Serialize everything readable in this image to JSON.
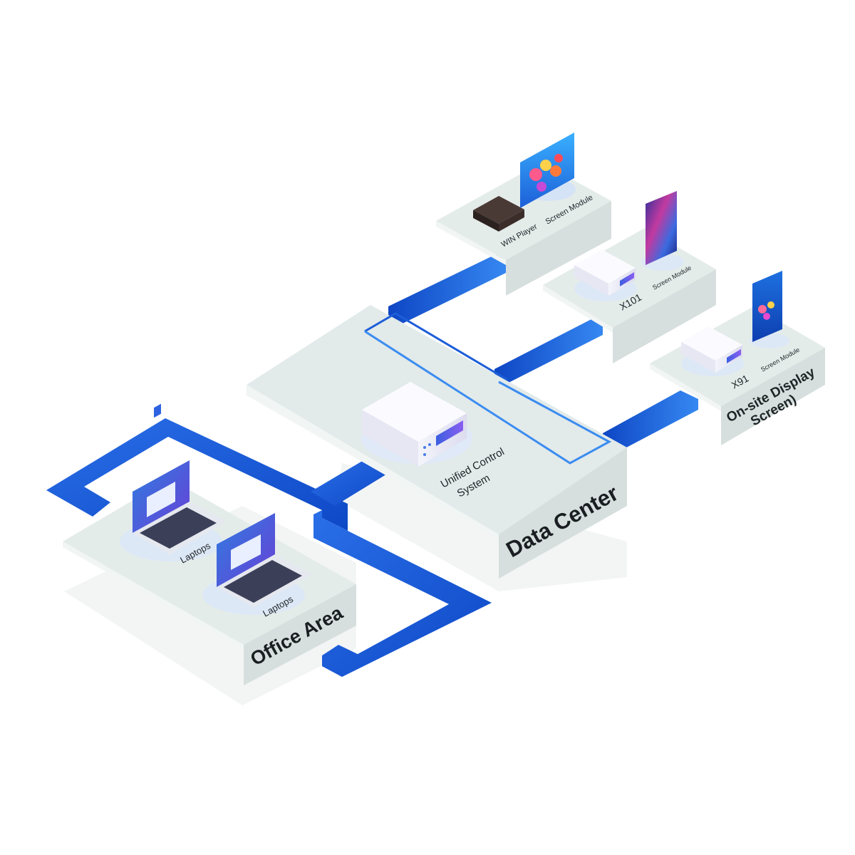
{
  "zones": {
    "office": {
      "label": "Office Area"
    },
    "data_center": {
      "label": "Data Center",
      "controller_label_1": "Unified Control",
      "controller_label_2": "System"
    },
    "onsite": {
      "label_1": "On-site Display",
      "label_2": "Screen)"
    }
  },
  "devices": {
    "laptop_1": "Laptops",
    "laptop_2": "Laptops",
    "win_player": "WIN Player",
    "screen_module_1": "Screen Module",
    "x101": "X101",
    "screen_module_2": "Screen Module",
    "x91": "X91",
    "screen_module_3": "Screen Module"
  },
  "colors": {
    "link_blue": "#1457d6",
    "link_blue_light": "#2f7bf0",
    "platform_top": "#e4eceb",
    "platform_side": "#d2dcda",
    "screen_purple": "#5b3fd0"
  },
  "icons": [
    "laptop-icon",
    "media-player-icon",
    "controller-box-icon",
    "display-screen-icon",
    "phone-screen-icon"
  ]
}
